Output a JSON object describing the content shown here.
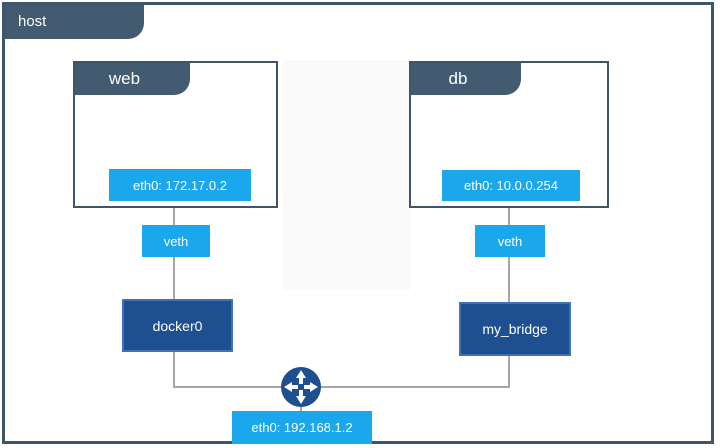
{
  "diagram": {
    "title": "host",
    "colors": {
      "frame": "#3d566e",
      "tab": "#435b70",
      "chip": "#1aa7ec",
      "bridge_fill": "#1d4f91",
      "bridge_border": "#3f73b5",
      "line": "#a6a6a6",
      "router": "#1d4f91",
      "background": "#ffffff"
    },
    "containers": [
      {
        "name": "web",
        "interface_label": "eth0: 172.17.0.2"
      },
      {
        "name": "db",
        "interface_label": "eth0: 10.0.0.254"
      }
    ],
    "veth_left_label": "veth",
    "veth_right_label": "veth",
    "bridges": [
      {
        "name": "docker0"
      },
      {
        "name": "my_bridge"
      }
    ],
    "host_interface_label": "eth0: 192.168.1.2",
    "router_icon": "router-icon"
  }
}
